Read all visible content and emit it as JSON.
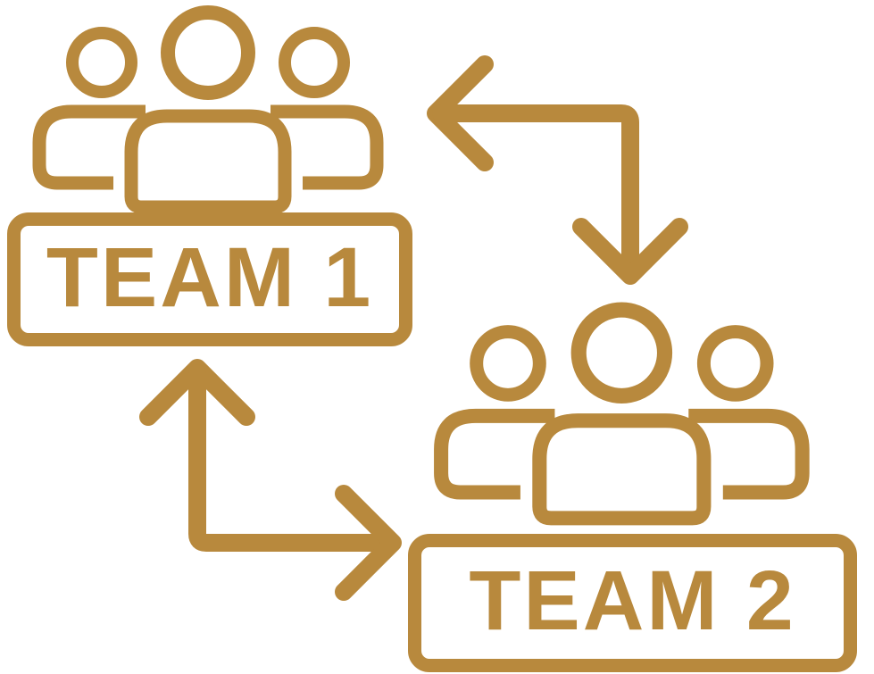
{
  "diagram": {
    "background_color": "#ffffff",
    "accent_color": "#B8893D",
    "team1": {
      "label": "TEAM 1",
      "icon": "people-group-icon"
    },
    "team2": {
      "label": "TEAM 2",
      "icon": "people-group-icon"
    },
    "arrows": {
      "top": "elbow-arrow-left-and-down",
      "bottom": "elbow-arrow-up-and-right"
    }
  }
}
